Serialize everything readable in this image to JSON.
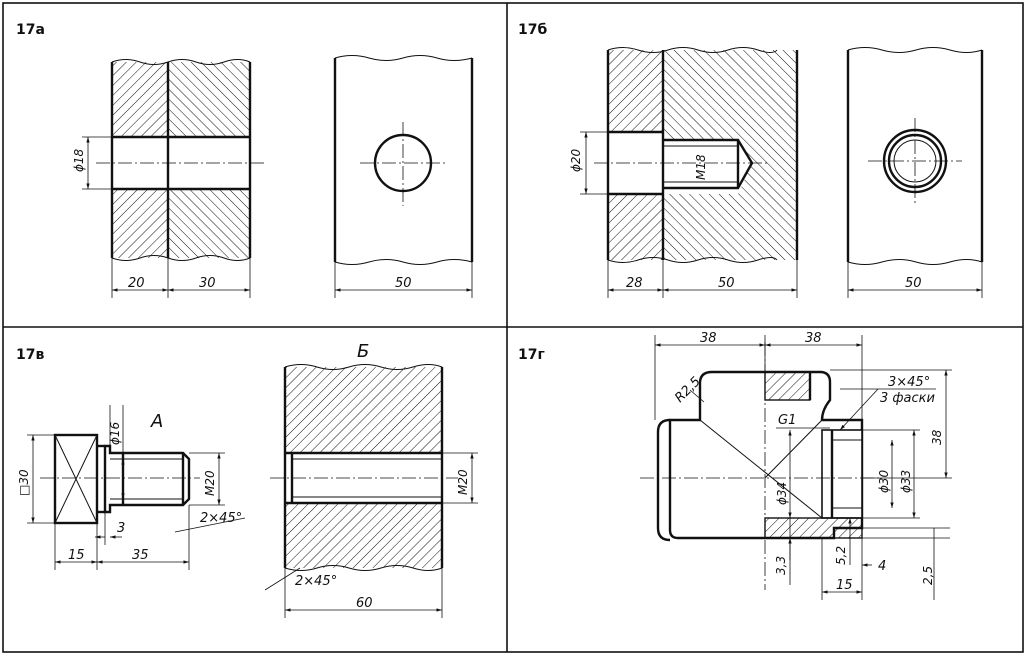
{
  "panels": {
    "p17a": {
      "title": "17а",
      "dims": {
        "dia": "ϕ18",
        "left": "20",
        "right": "30",
        "plate": "50"
      }
    },
    "p17b": {
      "title": "17б",
      "dims": {
        "dia": "ϕ20",
        "thread": "M18",
        "left": "28",
        "mid": "50",
        "plate": "50"
      }
    },
    "p17v": {
      "title": "17в",
      "label_a": "А",
      "label_b": "Б",
      "dims": {
        "square": "□30",
        "dia16": "ϕ16",
        "m20_a": "M20",
        "chamfer_a": "2×45°",
        "three": "3",
        "fifteen": "15",
        "thirtyfive": "35",
        "m20_b": "M20",
        "chamfer_b": "2×45°",
        "sixty": "60"
      }
    },
    "p17g": {
      "title": "17г",
      "dims": {
        "top_left": "38",
        "top_right": "38",
        "radius": "R2,5",
        "g1": "G1",
        "chamfer": "3×45°",
        "chamfer_note": "3 фаски",
        "right38": "38",
        "dia34": "ϕ34",
        "dia30": "ϕ30",
        "dia33": "ϕ33",
        "d33": "3,3",
        "d52": "5,2",
        "d15": "15",
        "d4": "4",
        "d25": "2,5"
      }
    }
  }
}
